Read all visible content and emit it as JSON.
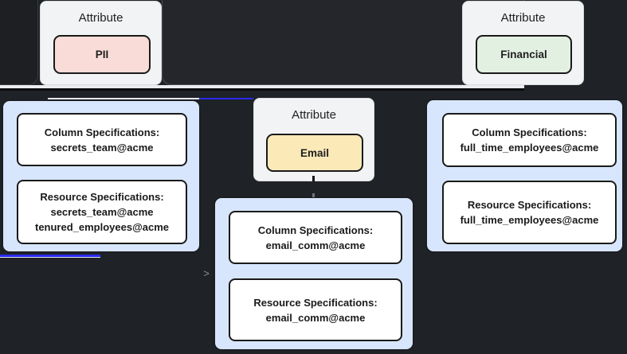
{
  "diagram": {
    "attribute_nodes": [
      {
        "title": "Attribute",
        "name": "PII",
        "fill": "#f9dcd8"
      },
      {
        "title": "Attribute",
        "name": "Financial",
        "fill": "#e2f0e2"
      },
      {
        "title": "Attribute",
        "name": "Email",
        "fill": "#fbe9b8"
      }
    ],
    "spec_nodes": [
      {
        "column_title": "Column Specifications:",
        "column_items": [
          "secrets_team@acme"
        ],
        "resource_title": "Resource Specifications:",
        "resource_items": [
          "secrets_team@acme",
          "tenured_employees@acme"
        ]
      },
      {
        "column_title": "Column Specifications:",
        "column_items": [
          "email_comm@acme"
        ],
        "resource_title": "Resource Specifications:",
        "resource_items": [
          "email_comm@acme"
        ]
      },
      {
        "column_title": "Column Specifications:",
        "column_items": [
          "full_time_employees@acme"
        ],
        "resource_title": "Resource Specifications:",
        "resource_items": [
          "full_time_employees@acme"
        ]
      }
    ],
    "chevron_glyph": ">",
    "colors": {
      "background": "#1f2226",
      "attribute_node_bg": "#f2f3f5",
      "spec_group_bg": "#d7e6fc",
      "card_bg": "#ffffff",
      "border_dark": "#1a1a1a",
      "edge_white": "#eaecef",
      "edge_blue": "#2a2cf2"
    }
  }
}
